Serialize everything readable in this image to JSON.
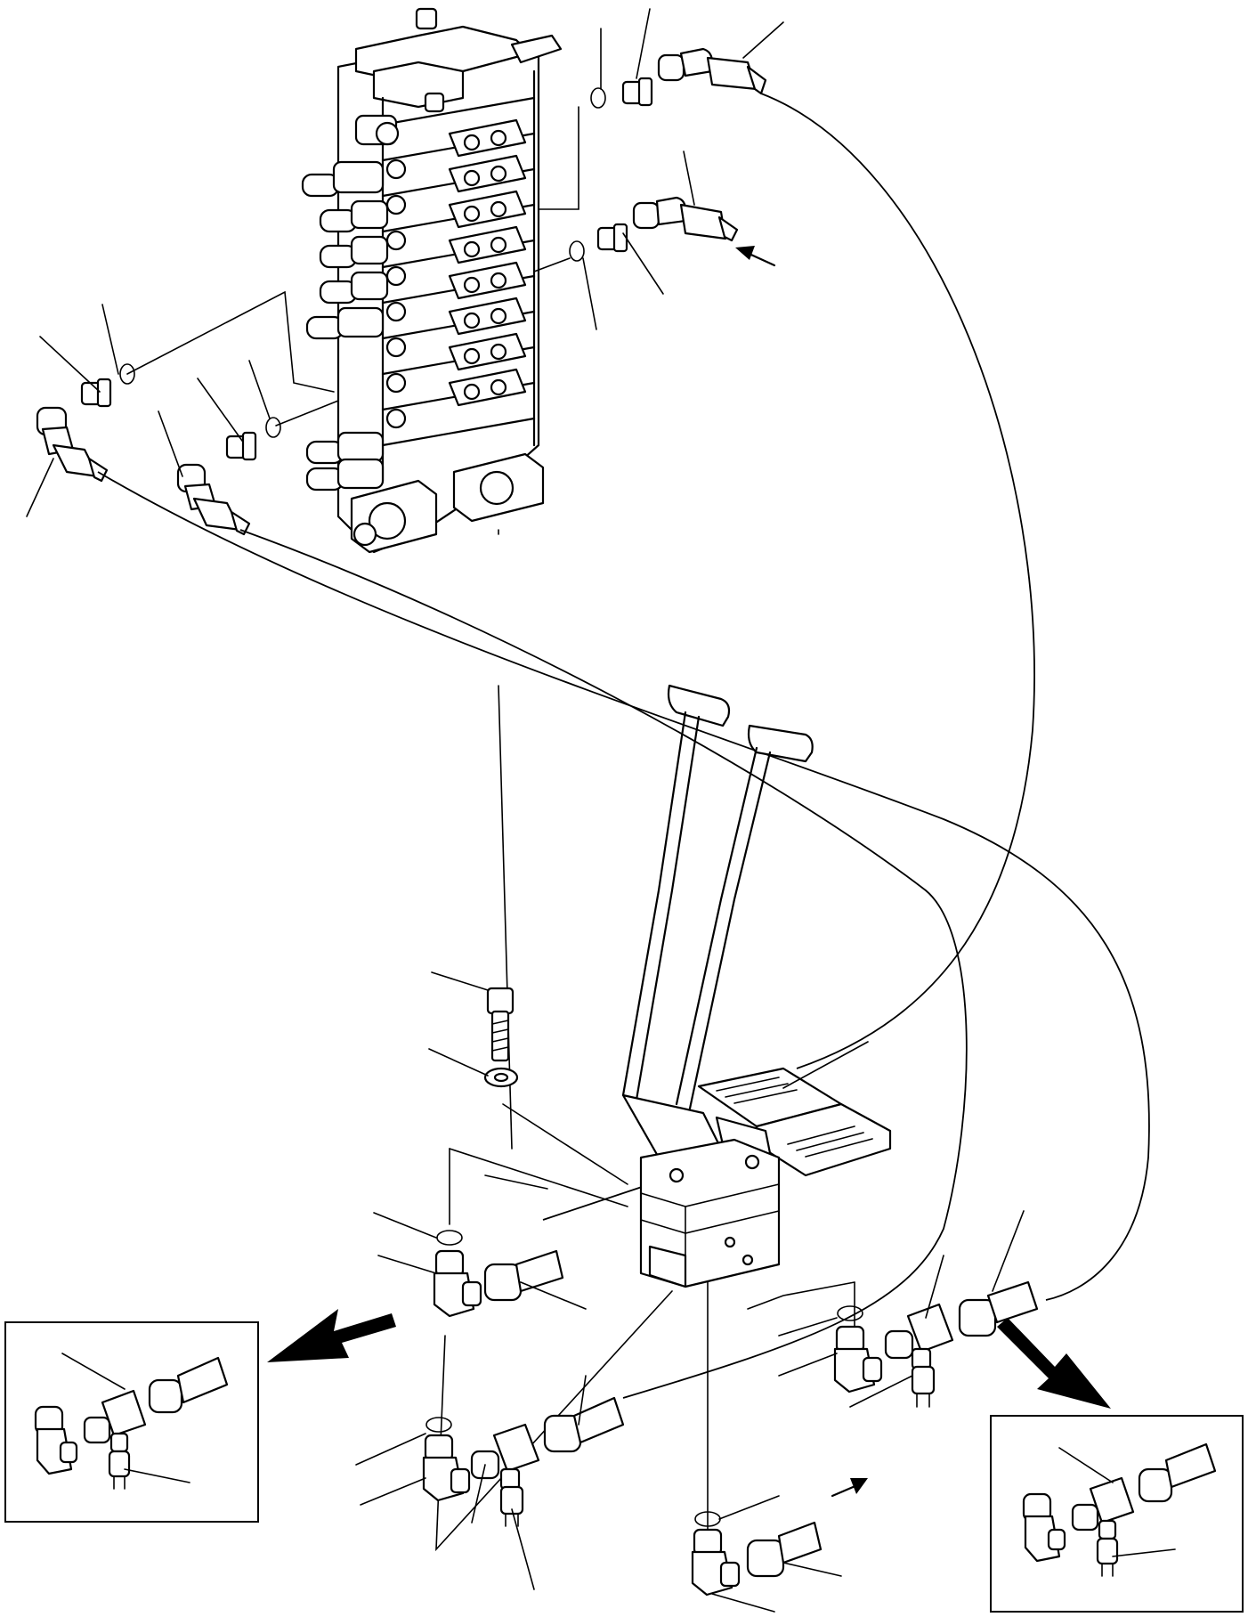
{
  "diagram": {
    "kind": "exploded parts drawing",
    "components": [
      "control-valve-block",
      "travel-pedal-lever-valve",
      "hydraulic-hoses",
      "elbow-fittings",
      "adapters",
      "o-rings",
      "pressure-switches",
      "mounting-bolt",
      "washer"
    ],
    "insets": [
      "left-detail-inset",
      "right-detail-inset"
    ],
    "colors": {
      "line": "#000000",
      "background": "#ffffff"
    }
  }
}
